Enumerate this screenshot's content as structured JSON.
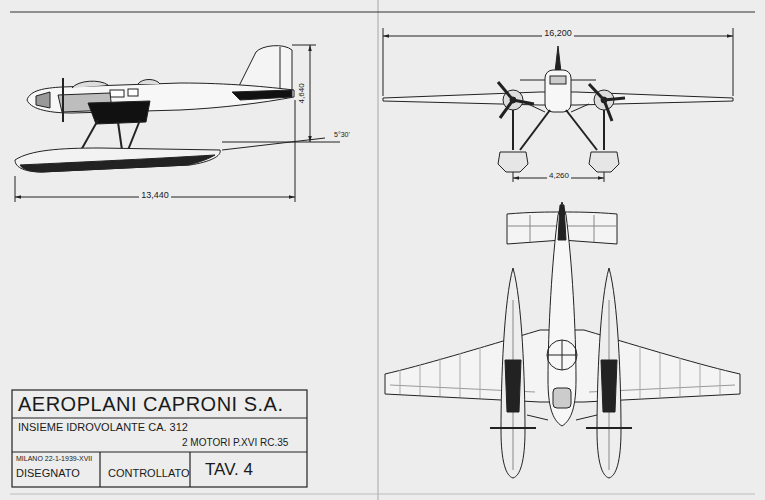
{
  "diagram": {
    "labels": [
      "13,440",
      "4,640",
      "5°30'",
      "16,200",
      "4,260",
      "AEROPLANI CAPRONI S.A.",
      "INSIEME IDROVOLANTE CA. 312",
      "2 MOTORI P.XVI RC.35",
      "MILANO 22-1-1939-XVII",
      "DISEGNATO",
      "CONTROLLATO",
      "TAV. 4"
    ]
  }
}
